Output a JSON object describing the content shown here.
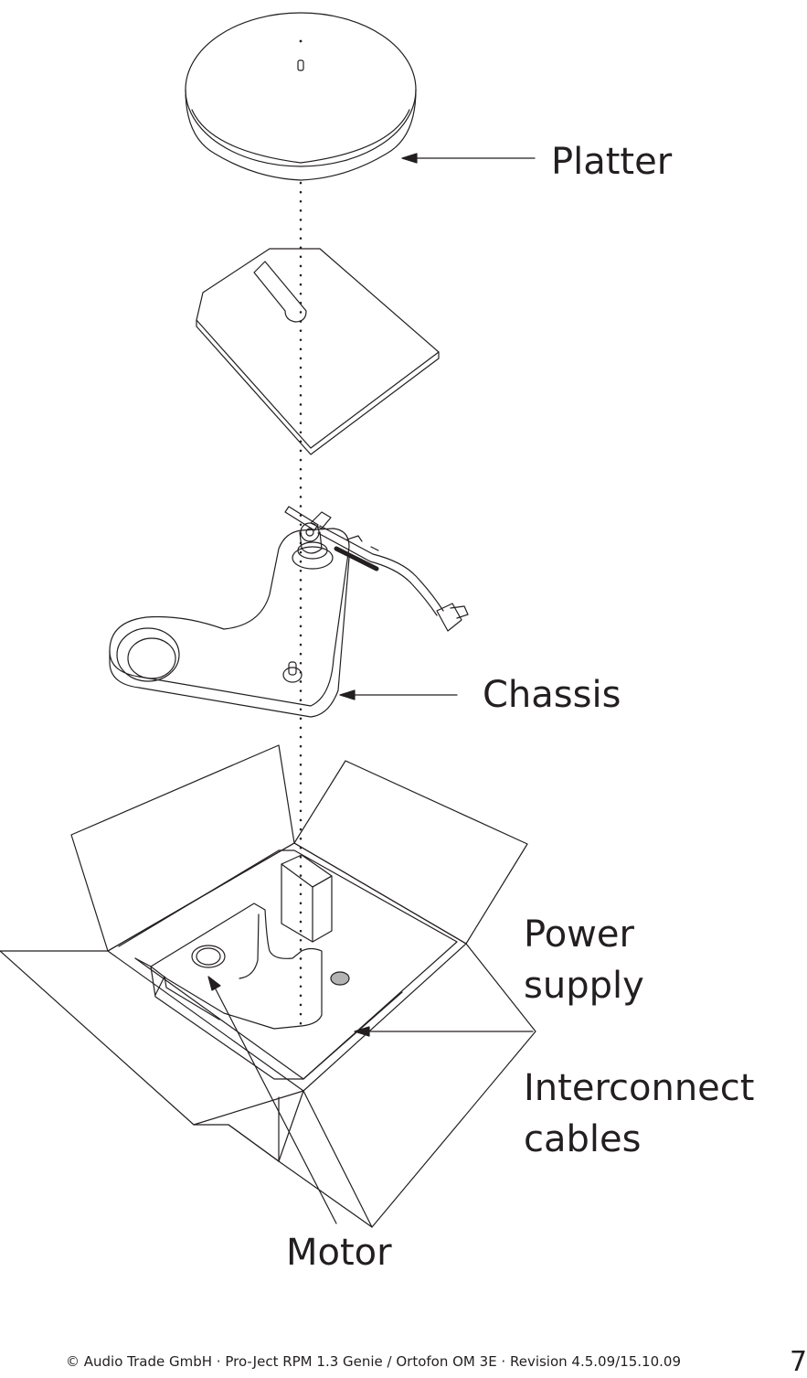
{
  "labels": {
    "platter": "Platter",
    "chassis": "Chassis",
    "power_supply_line1": "Power",
    "power_supply_line2": "supply",
    "interconnect_line1": "Interconnect",
    "interconnect_line2": "cables",
    "motor": "Motor"
  },
  "footer": {
    "text": "© Audio Trade GmbH · Pro-Ject RPM 1.3 Genie / Ortofon OM 3E · Revision 4.5.09/15.10.09",
    "page_number": "7"
  },
  "colors": {
    "ink": "#231f20",
    "background": "#ffffff",
    "motor_spindle_fill": "#b3b3b3"
  }
}
